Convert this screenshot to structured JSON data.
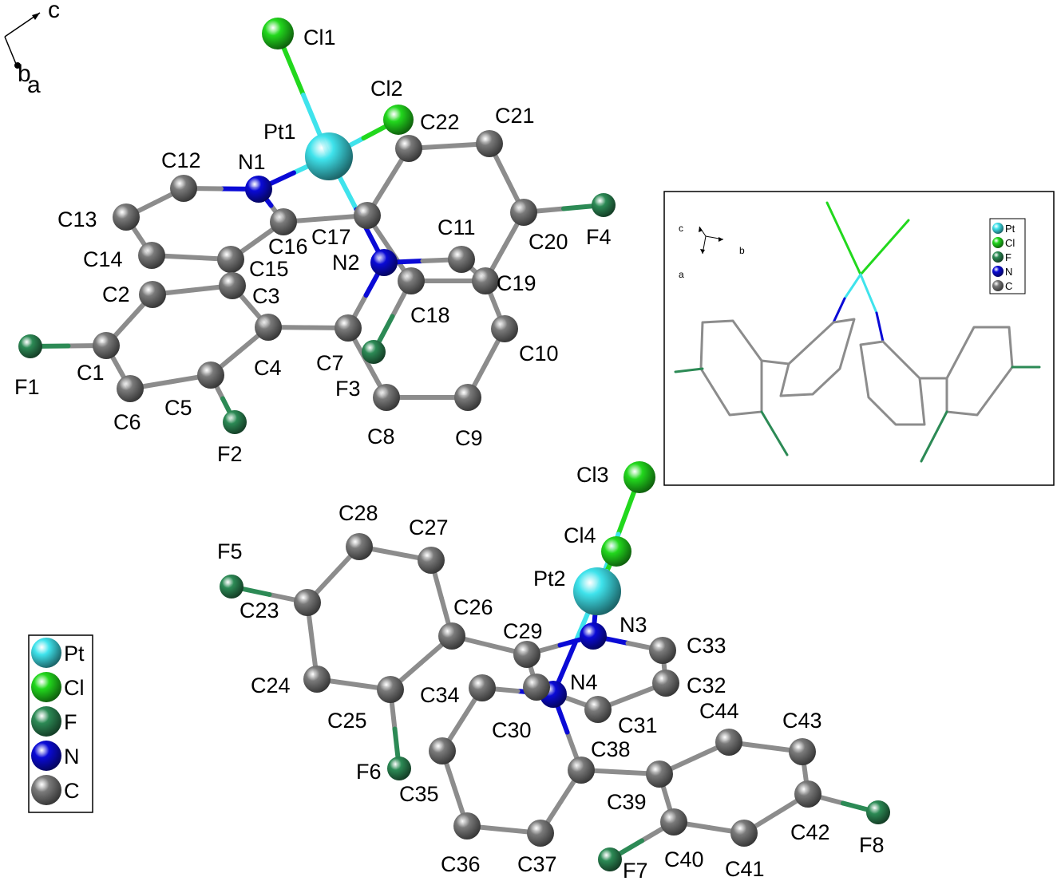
{
  "colors": {
    "Pt": "#3fe3ec",
    "Cl": "#22d81d",
    "F": "#2c8a55",
    "N": "#0a0ad6",
    "C": "#7a7a7a",
    "bond": "#8c8c8c"
  },
  "axis_labels": {
    "c": "c",
    "b": "b",
    "a": "a"
  },
  "atoms": [
    {
      "id": "Cl1",
      "label": "Cl1",
      "el": "Cl"
    },
    {
      "id": "Cl2",
      "label": "Cl2",
      "el": "Cl"
    },
    {
      "id": "Pt1",
      "label": "Pt1",
      "el": "Pt"
    },
    {
      "id": "N1",
      "label": "N1",
      "el": "N"
    },
    {
      "id": "N2",
      "label": "N2",
      "el": "N"
    },
    {
      "id": "C12",
      "label": "C12",
      "el": "C"
    },
    {
      "id": "C13",
      "label": "C13",
      "el": "C"
    },
    {
      "id": "C14",
      "label": "C14",
      "el": "C"
    },
    {
      "id": "C15",
      "label": "C15",
      "el": "C"
    },
    {
      "id": "C16",
      "label": "C16",
      "el": "C"
    },
    {
      "id": "C17",
      "label": "C17",
      "el": "C"
    },
    {
      "id": "C22",
      "label": "C22",
      "el": "C"
    },
    {
      "id": "C21",
      "label": "C21",
      "el": "C"
    },
    {
      "id": "C20",
      "label": "C20",
      "el": "C"
    },
    {
      "id": "F4",
      "label": "F4",
      "el": "F"
    },
    {
      "id": "C11",
      "label": "C11",
      "el": "C"
    },
    {
      "id": "C19",
      "label": "C19",
      "el": "C"
    },
    {
      "id": "C18",
      "label": "C18",
      "el": "C"
    },
    {
      "id": "C10",
      "label": "C10",
      "el": "C"
    },
    {
      "id": "C9",
      "label": "C9",
      "el": "C"
    },
    {
      "id": "C8",
      "label": "C8",
      "el": "C"
    },
    {
      "id": "C7",
      "label": "C7",
      "el": "C"
    },
    {
      "id": "F3",
      "label": "F3",
      "el": "F"
    },
    {
      "id": "C2",
      "label": "C2",
      "el": "C"
    },
    {
      "id": "C3",
      "label": "C3",
      "el": "C"
    },
    {
      "id": "C4",
      "label": "C4",
      "el": "C"
    },
    {
      "id": "C1",
      "label": "C1",
      "el": "C"
    },
    {
      "id": "F1",
      "label": "F1",
      "el": "F"
    },
    {
      "id": "C6",
      "label": "C6",
      "el": "C"
    },
    {
      "id": "C5",
      "label": "C5",
      "el": "C"
    },
    {
      "id": "F2",
      "label": "F2",
      "el": "F"
    },
    {
      "id": "Cl3",
      "label": "Cl3",
      "el": "Cl"
    },
    {
      "id": "Cl4",
      "label": "Cl4",
      "el": "Cl"
    },
    {
      "id": "Pt2",
      "label": "Pt2",
      "el": "Pt"
    },
    {
      "id": "N3",
      "label": "N3",
      "el": "N"
    },
    {
      "id": "N4",
      "label": "N4",
      "el": "N"
    },
    {
      "id": "C33",
      "label": "C33",
      "el": "C"
    },
    {
      "id": "C32",
      "label": "C32",
      "el": "C"
    },
    {
      "id": "C31",
      "label": "C31",
      "el": "C"
    },
    {
      "id": "C30",
      "label": "C30",
      "el": "C"
    },
    {
      "id": "C29",
      "label": "C29",
      "el": "C"
    },
    {
      "id": "C26",
      "label": "C26",
      "el": "C"
    },
    {
      "id": "C27",
      "label": "C27",
      "el": "C"
    },
    {
      "id": "C28",
      "label": "C28",
      "el": "C"
    },
    {
      "id": "C23",
      "label": "C23",
      "el": "C"
    },
    {
      "id": "F5",
      "label": "F5",
      "el": "F"
    },
    {
      "id": "C24",
      "label": "C24",
      "el": "C"
    },
    {
      "id": "C25",
      "label": "C25",
      "el": "C"
    },
    {
      "id": "F6",
      "label": "F6",
      "el": "F"
    },
    {
      "id": "C34",
      "label": "C34",
      "el": "C"
    },
    {
      "id": "C35",
      "label": "C35",
      "el": "C"
    },
    {
      "id": "C36",
      "label": "C36",
      "el": "C"
    },
    {
      "id": "C37",
      "label": "C37",
      "el": "C"
    },
    {
      "id": "C38",
      "label": "C38",
      "el": "C"
    },
    {
      "id": "C39",
      "label": "C39",
      "el": "C"
    },
    {
      "id": "C40",
      "label": "C40",
      "el": "C"
    },
    {
      "id": "F7",
      "label": "F7",
      "el": "F"
    },
    {
      "id": "C41",
      "label": "C41",
      "el": "C"
    },
    {
      "id": "C42",
      "label": "C42",
      "el": "C"
    },
    {
      "id": "F8",
      "label": "F8",
      "el": "F"
    },
    {
      "id": "C43",
      "label": "C43",
      "el": "C"
    },
    {
      "id": "C44",
      "label": "C44",
      "el": "C"
    }
  ],
  "bonds": [
    [
      "Cl1",
      "Pt1"
    ],
    [
      "Pt1",
      "Cl2"
    ],
    [
      "Pt1",
      "N1"
    ],
    [
      "Pt1",
      "N2"
    ],
    [
      "N1",
      "C12"
    ],
    [
      "C12",
      "C13"
    ],
    [
      "C13",
      "C14"
    ],
    [
      "C14",
      "C15"
    ],
    [
      "C15",
      "C16"
    ],
    [
      "C16",
      "N1"
    ],
    [
      "C16",
      "C17"
    ],
    [
      "C17",
      "C22"
    ],
    [
      "C22",
      "C21"
    ],
    [
      "C21",
      "C20"
    ],
    [
      "C20",
      "F4"
    ],
    [
      "C20",
      "C19"
    ],
    [
      "C19",
      "C18"
    ],
    [
      "C18",
      "C17"
    ],
    [
      "C18",
      "F3"
    ],
    [
      "N2",
      "C11"
    ],
    [
      "C11",
      "C19"
    ],
    [
      "C19",
      "C10"
    ],
    [
      "C10",
      "C9"
    ],
    [
      "C9",
      "C8"
    ],
    [
      "C8",
      "C7"
    ],
    [
      "C7",
      "N2"
    ],
    [
      "C7",
      "C4"
    ],
    [
      "C4",
      "C3"
    ],
    [
      "C3",
      "C2"
    ],
    [
      "C2",
      "C1"
    ],
    [
      "C1",
      "F1"
    ],
    [
      "C1",
      "C6"
    ],
    [
      "C6",
      "C5"
    ],
    [
      "C5",
      "F2"
    ],
    [
      "C5",
      "C4"
    ],
    [
      "Cl3",
      "Pt2"
    ],
    [
      "Cl4",
      "Pt2"
    ],
    [
      "Pt2",
      "N3"
    ],
    [
      "Pt2",
      "N4"
    ],
    [
      "N3",
      "C33"
    ],
    [
      "C33",
      "C32"
    ],
    [
      "C32",
      "C31"
    ],
    [
      "C31",
      "C30"
    ],
    [
      "C30",
      "C29"
    ],
    [
      "C29",
      "N3"
    ],
    [
      "C29",
      "C26"
    ],
    [
      "C26",
      "C27"
    ],
    [
      "C27",
      "C28"
    ],
    [
      "C28",
      "C23"
    ],
    [
      "C23",
      "F5"
    ],
    [
      "C23",
      "C24"
    ],
    [
      "C24",
      "C25"
    ],
    [
      "C25",
      "F6"
    ],
    [
      "C25",
      "C26"
    ],
    [
      "N4",
      "C34"
    ],
    [
      "C34",
      "C35"
    ],
    [
      "C35",
      "C36"
    ],
    [
      "C36",
      "C37"
    ],
    [
      "C37",
      "C38"
    ],
    [
      "C38",
      "N4"
    ],
    [
      "C38",
      "C39"
    ],
    [
      "C39",
      "C40"
    ],
    [
      "C40",
      "F7"
    ],
    [
      "C40",
      "C41"
    ],
    [
      "C41",
      "C42"
    ],
    [
      "C42",
      "F8"
    ],
    [
      "C42",
      "C43"
    ],
    [
      "C43",
      "C44"
    ],
    [
      "C44",
      "C39"
    ]
  ],
  "legend": [
    {
      "el": "Pt",
      "label": "Pt"
    },
    {
      "el": "Cl",
      "label": "Cl"
    },
    {
      "el": "F",
      "label": "F"
    },
    {
      "el": "N",
      "label": "N"
    },
    {
      "el": "C",
      "label": "C"
    }
  ],
  "inset": {
    "axis_labels": {
      "c": "c",
      "b": "b",
      "a": "a"
    },
    "legend": [
      {
        "el": "Pt",
        "label": "Pt"
      },
      {
        "el": "Cl",
        "label": "Cl"
      },
      {
        "el": "F",
        "label": "F"
      },
      {
        "el": "N",
        "label": "N"
      },
      {
        "el": "C",
        "label": "C"
      }
    ]
  }
}
